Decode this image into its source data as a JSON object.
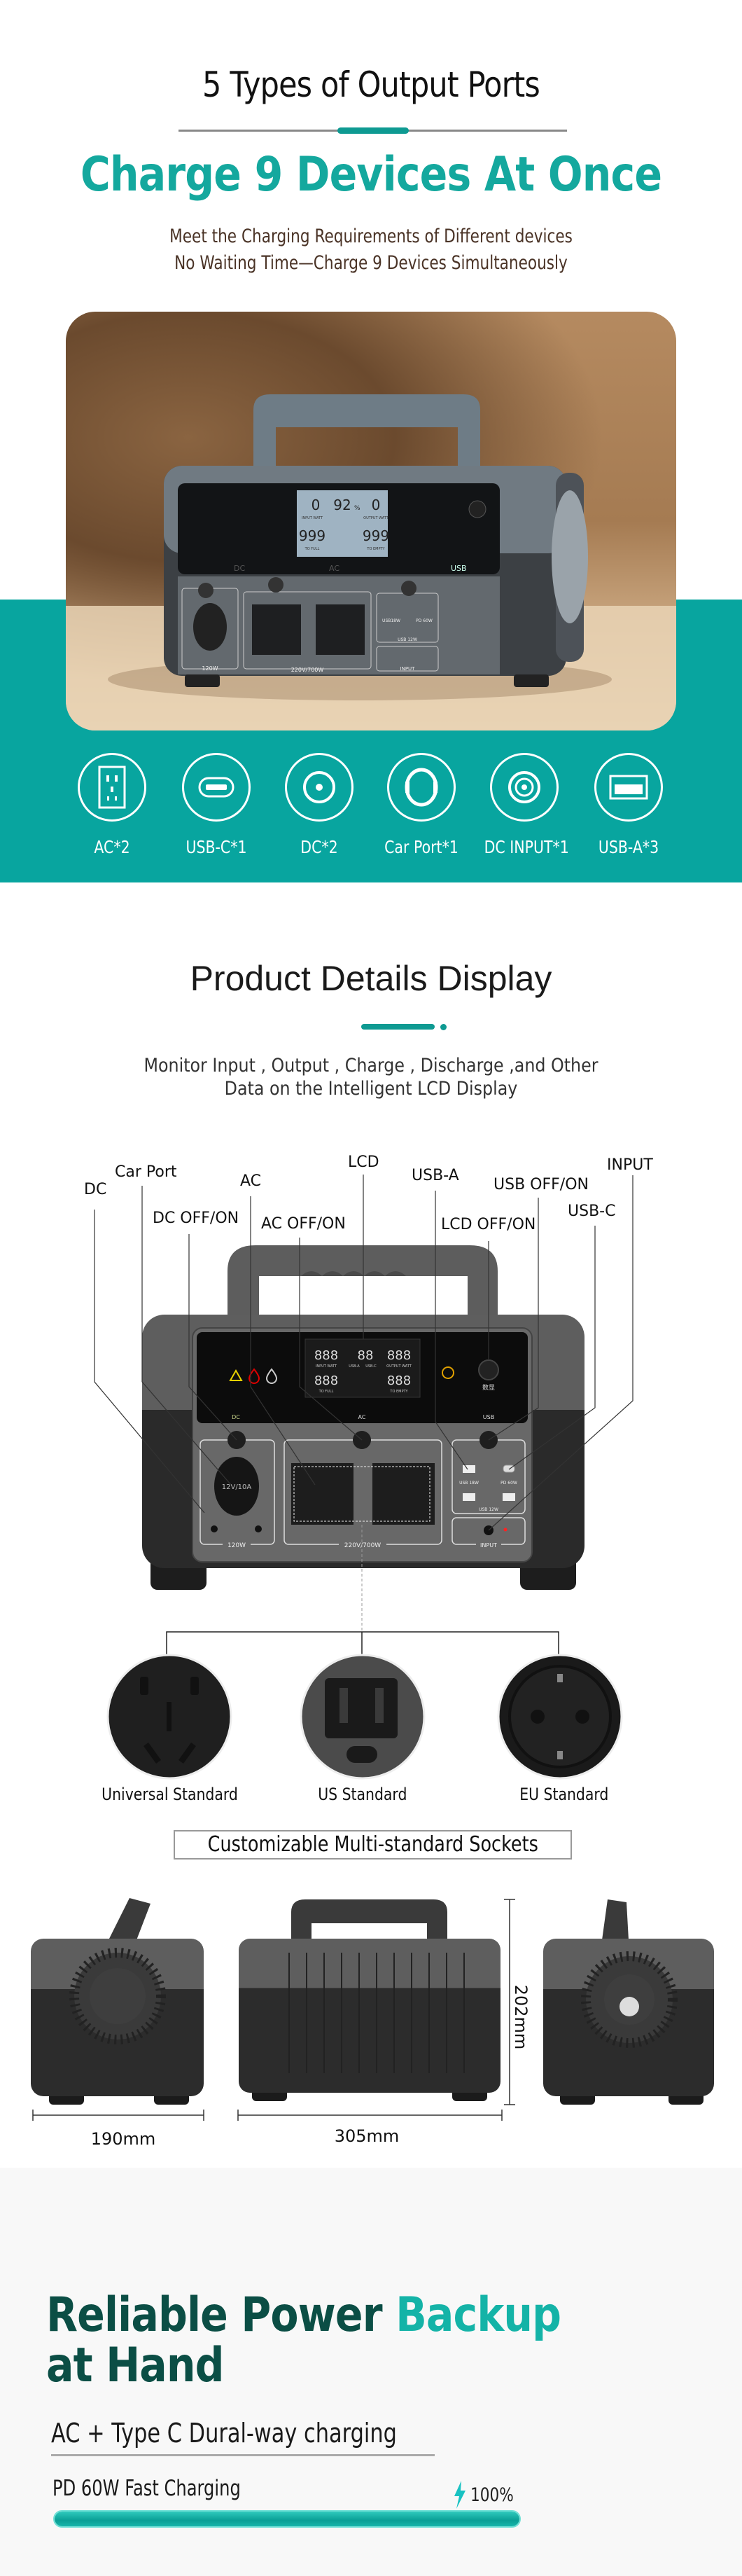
{
  "header": {
    "title": "5 Types of Output Ports",
    "headline": "Charge 9 Devices At Once",
    "desc_lines": [
      "Meet the Charging Requirements of Different devices",
      "No Waiting Time—Charge 9 Devices Simultaneously"
    ]
  },
  "photo": {
    "lcd": {
      "input_watt": "0",
      "battery": "92",
      "battery_unit": "%",
      "output_watt": "0",
      "to_full": "999",
      "to_empty": "999",
      "input_watt_label": "INPUT WATT",
      "output_watt_label": "OUTPUT WATT",
      "to_full_label": "TO FULL",
      "to_empty_label": "TO EMPTY"
    },
    "sections": {
      "dc": "DC",
      "ac": "AC",
      "usb": "USB"
    },
    "ratings": {
      "dc": "120W",
      "ac": "220V/700W",
      "usb18": "USB18W",
      "pd": "PD 60W",
      "usb12": "USB 12W",
      "input": "INPUT"
    }
  },
  "ports": [
    {
      "label": "AC*2",
      "icon": "ac-outlet-icon"
    },
    {
      "label": "USB-C*1",
      "icon": "usb-c-icon"
    },
    {
      "label": "DC*2",
      "icon": "dc-port-icon"
    },
    {
      "label": "Car Port*1",
      "icon": "car-port-icon"
    },
    {
      "label": "DC INPUT*1",
      "icon": "dc-input-icon"
    },
    {
      "label": "USB-A*3",
      "icon": "usb-a-icon"
    }
  ],
  "details": {
    "title": "Product Details Display",
    "desc_lines": [
      "Monitor Input , Output , Charge , Discharge ,and Other",
      "Data on the Intelligent LCD Display"
    ],
    "callouts": {
      "dc": "DC",
      "car_port": "Car Port",
      "ac": "AC",
      "dc_off_on": "DC OFF/ON",
      "ac_off_on": "AC OFF/ON",
      "lcd": "LCD",
      "usb_a": "USB-A",
      "lcd_off_on": "LCD OFF/ON",
      "usb_off_on": "USB OFF/ON",
      "usb_c": "USB-C",
      "input": "INPUT"
    },
    "panel": {
      "dc": "DC",
      "ac": "AC",
      "usb": "USB",
      "power_caption": "数显",
      "car": "12V/10A",
      "dc_rating": "120W",
      "ac_rating": "220V/700W",
      "usb18": "USB 18W",
      "pd": "PD 60W",
      "usb12": "USB 12W",
      "input": "INPUT",
      "lcd_digits": "888",
      "lcd_percent": "88",
      "lcd_input": "INPUT WATT",
      "lcd_output": "OUTPUT WATT",
      "lcd_full": "TO FULL",
      "lcd_empty": "TO EMPTY",
      "lcd_usba": "USB-A",
      "lcd_usbc": "USB-C"
    }
  },
  "sockets": {
    "items": [
      {
        "label": "Universal Standard"
      },
      {
        "label": "US Standard"
      },
      {
        "label": "EU Standard"
      }
    ],
    "caption": "Customizable Multi-standard Sockets"
  },
  "dimensions": {
    "depth": "190mm",
    "width": "305mm",
    "height": "202mm"
  },
  "backup": {
    "title_dark": "Reliable Power ",
    "title_teal": "Backup",
    "title_line2": "at Hand",
    "feature": "AC + Type C Dural-way charging",
    "charge_label": "PD 60W Fast Charging",
    "charge_percent_text": "100%",
    "charge_fraction": 1.0
  },
  "colors": {
    "teal": "#08a59f",
    "headline_teal": "#14a89e",
    "dark_green": "#0b4e45"
  }
}
